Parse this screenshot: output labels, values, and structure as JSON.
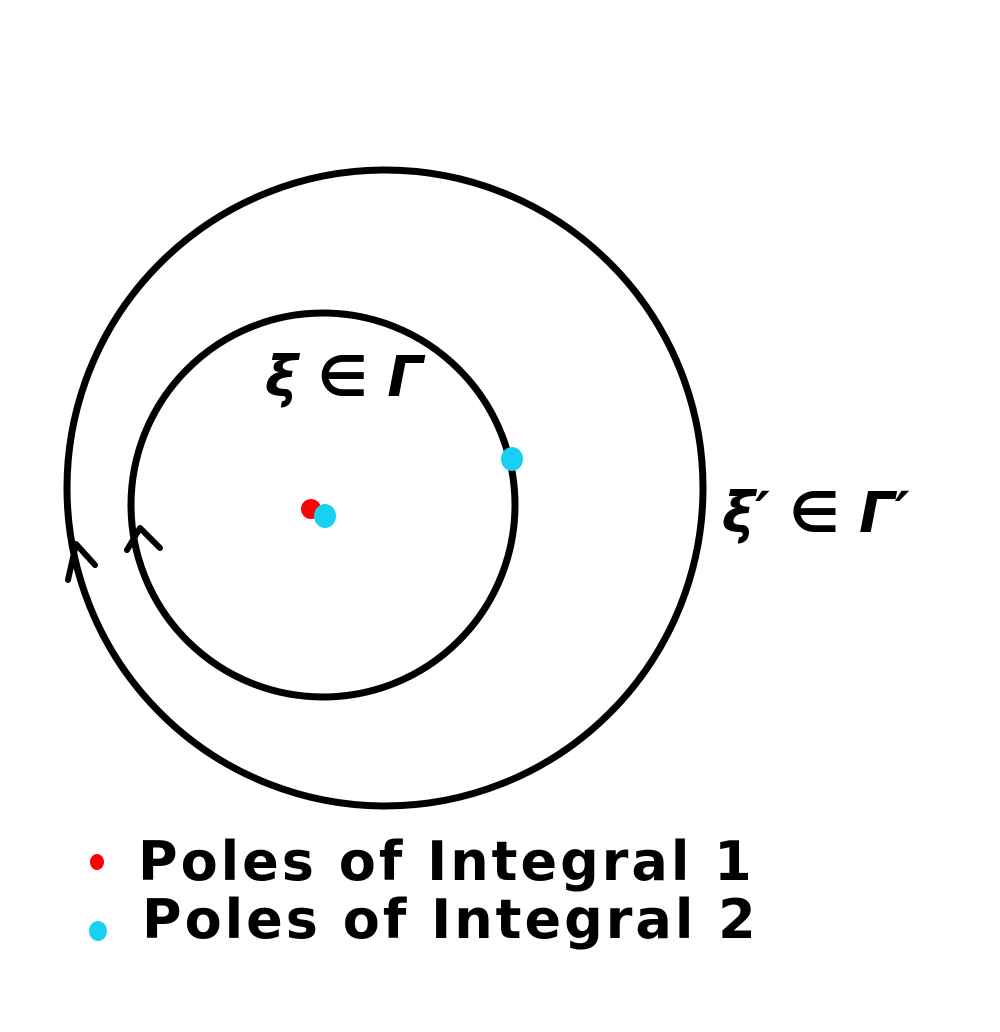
{
  "diagram": {
    "inner_contour_label": "ξ ∈ Γ",
    "outer_contour_label": "ξ′ ∈ Γ′",
    "legend": [
      {
        "label": "Poles of Integral 1",
        "color": "#ff0000"
      },
      {
        "label": "Poles of Integral 2",
        "color": "#18d0f0"
      }
    ],
    "colors": {
      "stroke": "#000000",
      "pole_integral_1": "#ff0000",
      "pole_integral_2": "#18d0f0"
    }
  }
}
